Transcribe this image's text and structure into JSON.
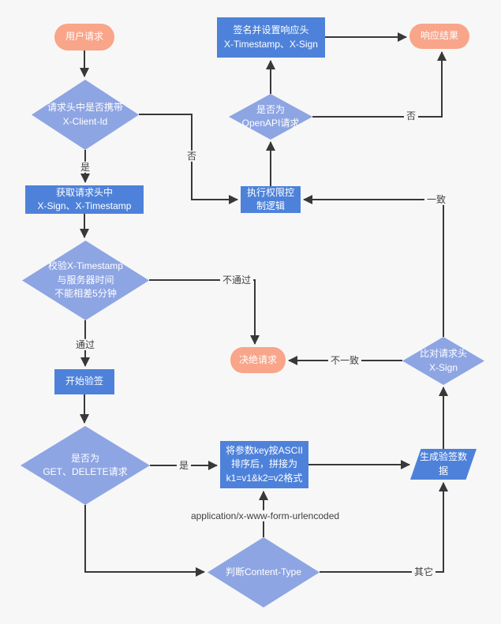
{
  "diagram": {
    "nodes": {
      "user_request": {
        "label": "用户请求",
        "shape": "terminal"
      },
      "check_client_id": {
        "label": "请求头中是否携带\nX-Client-Id",
        "shape": "decision"
      },
      "get_headers": {
        "label": "获取请求头中\nX-Sign、X-Timestamp",
        "shape": "process"
      },
      "verify_timestamp": {
        "label": "校验X-Timestamp\n与服务器时间\n不能相差5分钟",
        "shape": "decision"
      },
      "start_verify": {
        "label": "开始验签",
        "shape": "process"
      },
      "check_method": {
        "label": "是否为\nGET、DELETE请求",
        "shape": "decision"
      },
      "sort_params": {
        "label": "将参数key按ASCII\n排序后，拼接为\nk1=v1&k2=v2格式",
        "shape": "process"
      },
      "gen_sign_data": {
        "label": "生成验签数\n据",
        "shape": "io"
      },
      "judge_content_type": {
        "label": "判断Content-Type",
        "shape": "decision"
      },
      "reject": {
        "label": "决绝请求",
        "shape": "terminal"
      },
      "compare_sign": {
        "label": "比对请求头\nX-Sign",
        "shape": "decision"
      },
      "exec_permission": {
        "label": "执行权限控\n制逻辑",
        "shape": "process"
      },
      "check_openapi": {
        "label": "是否为\nOpenAPI请求",
        "shape": "decision"
      },
      "sign_response": {
        "label": "签名并设置响应头\nX-Timestamp、X-Sign",
        "shape": "process"
      },
      "response": {
        "label": "响应结果",
        "shape": "terminal"
      }
    },
    "edge_labels": {
      "client_id_yes": "是",
      "client_id_no": "否",
      "timestamp_pass": "通过",
      "timestamp_fail": "不通过",
      "method_yes": "是",
      "content_type_form": "application/x-www-form-urlencoded",
      "content_type_other": "其它",
      "sign_mismatch": "不一致",
      "sign_match": "一致",
      "openapi_no": "否"
    }
  },
  "colors": {
    "background": "#f7f7f7",
    "process_fill": "#4e82da",
    "decision_fill": "#8ea5e3",
    "terminal_fill": "#f8a58a",
    "connector": "#383838",
    "node_text": "#ffffff",
    "label_text": "#3f3f3f"
  }
}
